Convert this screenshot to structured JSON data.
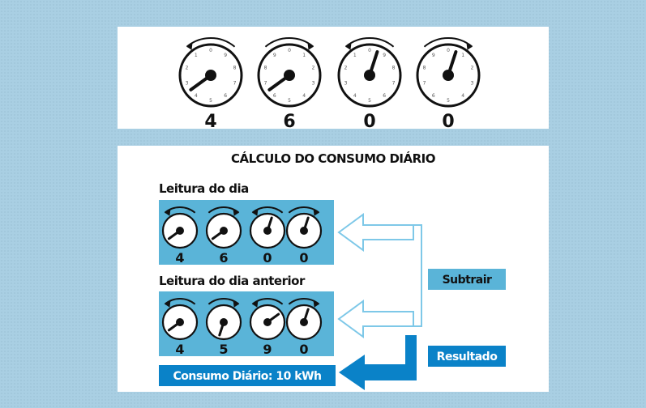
{
  "meter_reading": {
    "digits": [
      "4",
      "6",
      "0",
      "0"
    ],
    "directions": [
      "ccw",
      "cw",
      "ccw",
      "cw"
    ]
  },
  "calculation": {
    "title": "CÁLCULO DO CONSUMO DIÁRIO",
    "today_label": "Leitura do dia",
    "today_digits": [
      "4",
      "6",
      "0",
      "0"
    ],
    "previous_label": "Leitura do dia anterior",
    "previous_digits": [
      "4",
      "5",
      "9",
      "0"
    ],
    "subtract_label": "Subtrair",
    "result_label": "Resultado",
    "daily_consumption": "Consumo Diário: 10 kWh"
  },
  "colors": {
    "background": "#a9cfe3",
    "meter_band": "#5ab4d8",
    "result_blue": "#0a82c8",
    "arrow_outline": "#7ec8e8"
  }
}
